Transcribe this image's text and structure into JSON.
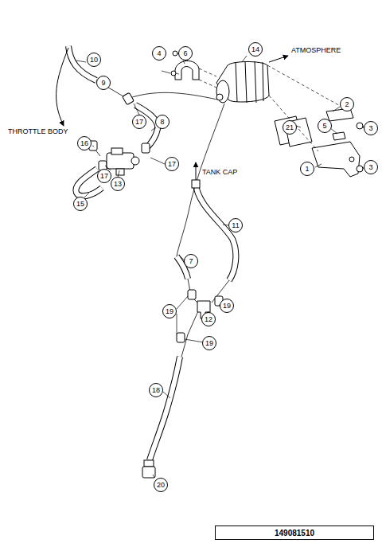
{
  "diagram": {
    "nodes": [
      {
        "text": [
          "149081510"
        ]
      }
    ],
    "labels": [
      "10",
      "9",
      "4",
      "6",
      "14",
      "ATMOSPHERE",
      "2",
      "5",
      "3",
      "21",
      "1",
      "3",
      "THROTTLE BODY",
      "17",
      "8",
      "16",
      "17",
      "17",
      "13",
      "15",
      "TANK CAP",
      "11",
      "7",
      "19",
      "19",
      "12",
      "19",
      "18",
      "20"
    ]
  }
}
